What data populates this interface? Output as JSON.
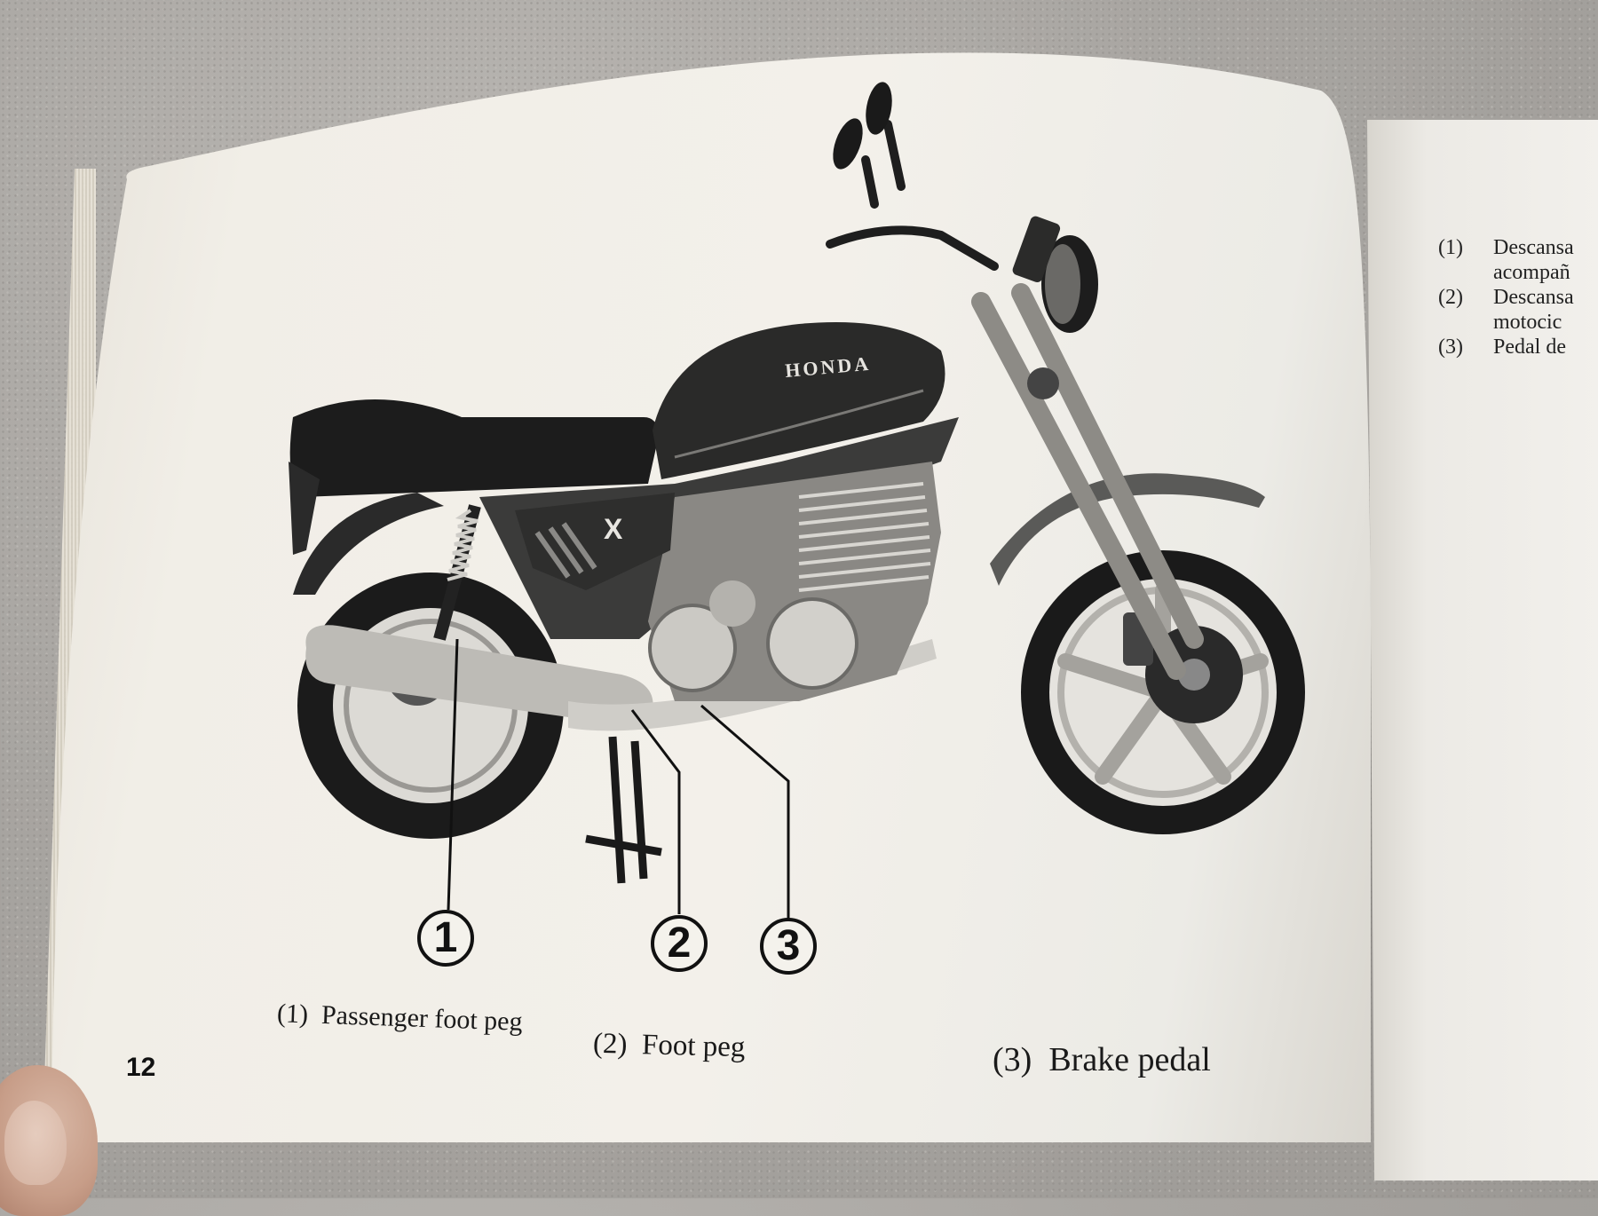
{
  "page": {
    "number": "12"
  },
  "callouts": [
    {
      "id": "1",
      "label": "1"
    },
    {
      "id": "2",
      "label": "2"
    },
    {
      "id": "3",
      "label": "3"
    }
  ],
  "captions": [
    {
      "num": "(1)",
      "text": "Passenger foot peg"
    },
    {
      "num": "(2)",
      "text": "Foot peg"
    },
    {
      "num": "(3)",
      "text": "Brake pedal"
    }
  ],
  "image": {
    "tank_badge": "HONDA",
    "side_badge": "X"
  },
  "right_page": {
    "items": [
      {
        "num": "(1)",
        "line1": "Descansa",
        "line2": "acompañ"
      },
      {
        "num": "(2)",
        "line1": "Descansa",
        "line2": "motocic"
      },
      {
        "num": "(3)",
        "line1": "Pedal de",
        "line2": ""
      }
    ]
  }
}
